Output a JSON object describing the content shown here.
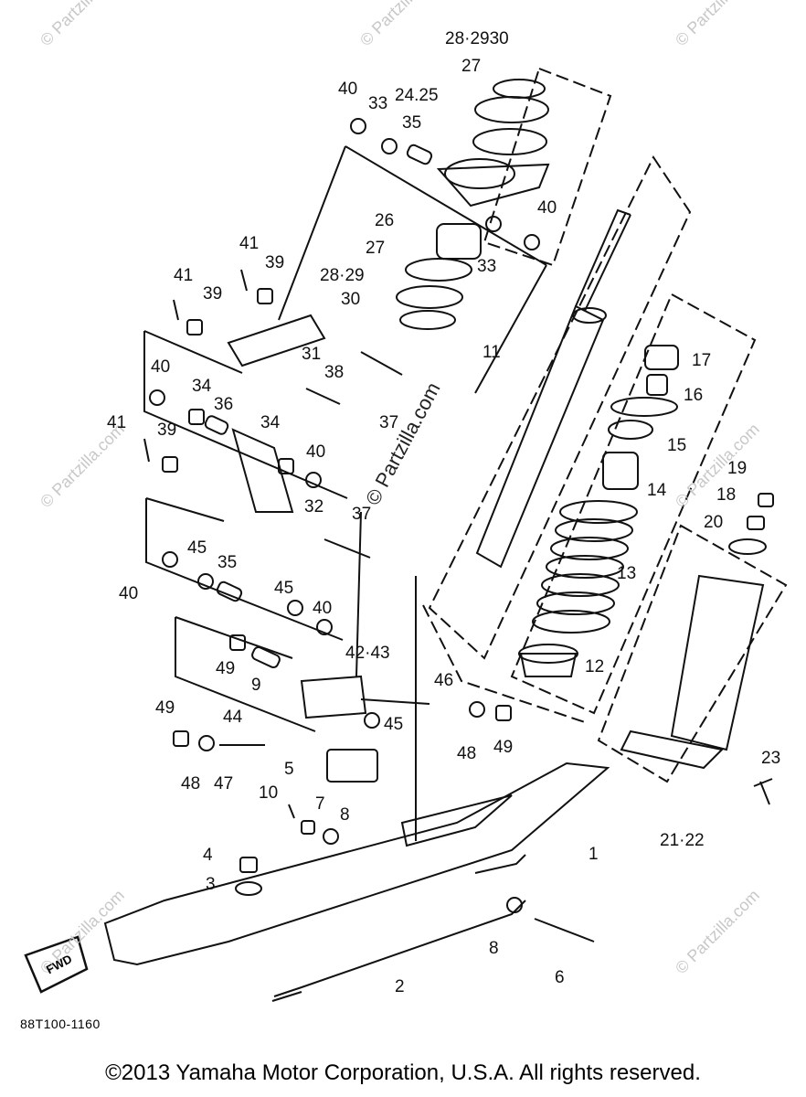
{
  "diagram": {
    "drawing_code": "88T100-1160",
    "fwd_label": "FWD",
    "center_watermark": "© Partzilla.com",
    "watermark": "© Partzilla.com",
    "copyright": "©2013  Yamaha Motor Corporation, U.S.A. All rights reserved.",
    "part_labels": [
      "28·2930",
      "27",
      "24.25",
      "40",
      "33",
      "35",
      "40",
      "26",
      "33",
      "27",
      "28·29",
      "30",
      "41",
      "39",
      "41",
      "39",
      "31",
      "38",
      "37",
      "40",
      "34",
      "36",
      "41",
      "39",
      "34",
      "40",
      "32",
      "37",
      "11",
      "17",
      "16",
      "15",
      "14",
      "13",
      "12",
      "19",
      "18",
      "20",
      "40",
      "45",
      "35",
      "45",
      "40",
      "49",
      "9",
      "42·43",
      "46",
      "49",
      "44",
      "45",
      "48",
      "49",
      "48",
      "47",
      "5",
      "10",
      "7",
      "8",
      "4",
      "3",
      "1",
      "21·22",
      "23",
      "8",
      "6",
      "2"
    ]
  }
}
